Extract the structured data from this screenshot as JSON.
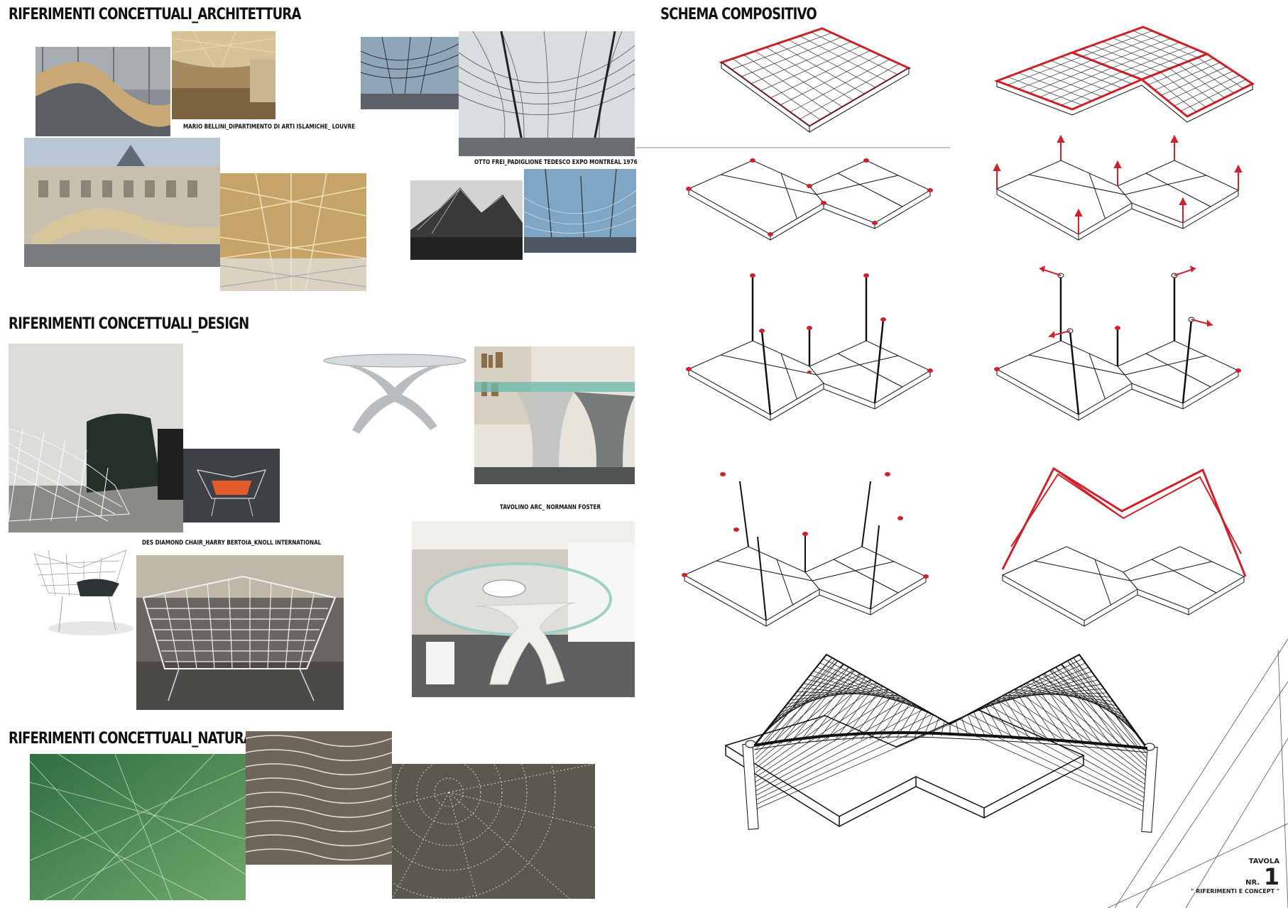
{
  "sections": {
    "architecture": "RIFERIMENTI CONCETTUALI_ARCHITETTURA",
    "design": "RIFERIMENTI CONCETTUALI_DESIGN",
    "nature": "RIFERIMENTI CONCETTUALI_NATURA",
    "scheme": "SCHEMA COMPOSITIVO"
  },
  "captions": {
    "bellini": "MARIO BELLINI_DIPARTIMENTO DI ARTI ISLAMICHE_ LOUVRE",
    "frei": "OTTO FREI_PADIGLIONE TEDESCO EXPO MONTREAL  1976",
    "bertoia": "DES DIAMOND CHAIR_HARRY BERTOIA_KNOLL INTERNATIONAL",
    "arc": "TAVOLINO ARC_ NORMANN FOSTER"
  },
  "sheet": {
    "tavola": "TAVOLA",
    "nr_label": "NR.",
    "nr_value": "1",
    "subtitle": "\" RIFERIMENTI E CONCEPT \""
  },
  "colors": {
    "accent_red": "#d0202a",
    "ink": "#111111"
  }
}
